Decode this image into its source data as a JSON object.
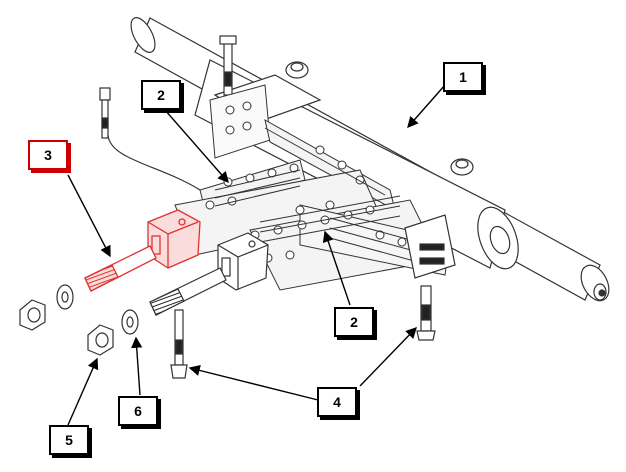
{
  "callouts": [
    {
      "id": "1",
      "label": "1"
    },
    {
      "id": "2a",
      "label": "2"
    },
    {
      "id": "2b",
      "label": "2"
    },
    {
      "id": "3",
      "label": "3"
    },
    {
      "id": "4",
      "label": "4"
    },
    {
      "id": "5",
      "label": "5"
    },
    {
      "id": "6",
      "label": "6"
    }
  ],
  "colors": {
    "line": "#222222",
    "highlight": "#e0322e",
    "highlight_fill": "#fbdcdc",
    "background": "#ffffff"
  },
  "highlighted_part": "3"
}
